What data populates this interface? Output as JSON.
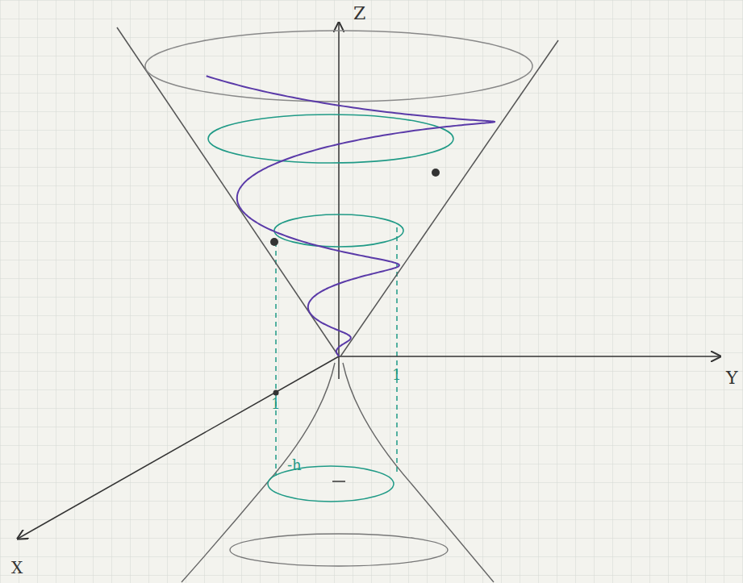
{
  "diagram": {
    "labels": [
      "Z",
      "Y",
      "X",
      "1",
      "1",
      "-h"
    ]
  }
}
